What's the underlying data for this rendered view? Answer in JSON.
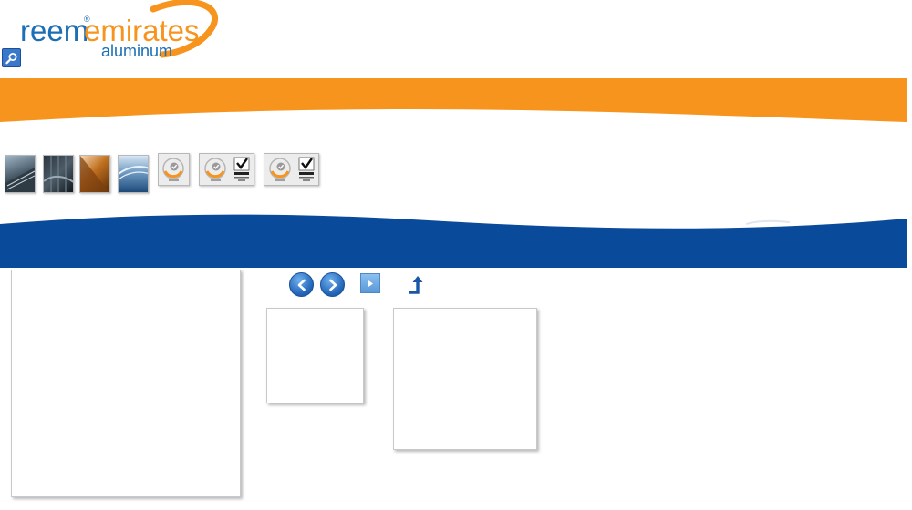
{
  "brand": {
    "logo_text_primary": "reem",
    "logo_text_secondary": "emirates",
    "logo_subtext": "aluminum",
    "registered_mark": "®",
    "colors": {
      "orange": "#f7941d",
      "blue": "#0a4a9a",
      "teal": "#1c6fb5"
    }
  },
  "header": {
    "search_icon": "search-icon"
  },
  "thumbnails": [
    {
      "name": "building-photo-1"
    },
    {
      "name": "building-photo-2"
    },
    {
      "name": "building-photo-3"
    },
    {
      "name": "building-photo-4"
    }
  ],
  "certifications": [
    {
      "name": "sgs-certification-badge"
    },
    {
      "name": "sgs-ukas-certification-badge"
    },
    {
      "name": "sgs-ukas-certification-badge-2"
    }
  ],
  "gallery": {
    "controls": {
      "prev_icon": "chevron-left-icon",
      "next_icon": "chevron-right-icon",
      "play_icon": "play-icon",
      "return_icon": "return-arrow-icon"
    }
  }
}
